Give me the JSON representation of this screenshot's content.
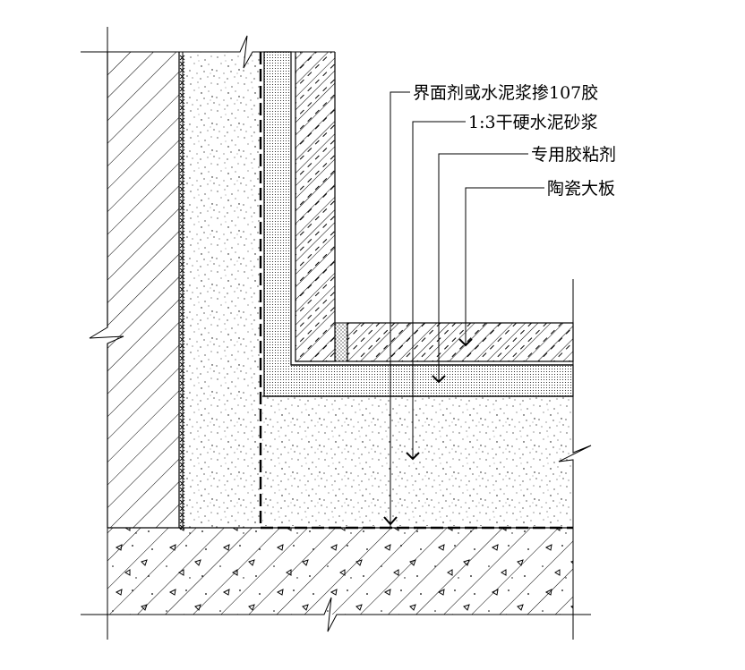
{
  "labels": {
    "interface_agent": "界面剂或水泥浆掺107胶",
    "dry_mortar": "1:3干硬水泥砂浆",
    "adhesive": "专用胶粘剂",
    "ceramic_slab": "陶瓷大板"
  },
  "colors": {
    "line": "#000000",
    "background": "#ffffff"
  }
}
